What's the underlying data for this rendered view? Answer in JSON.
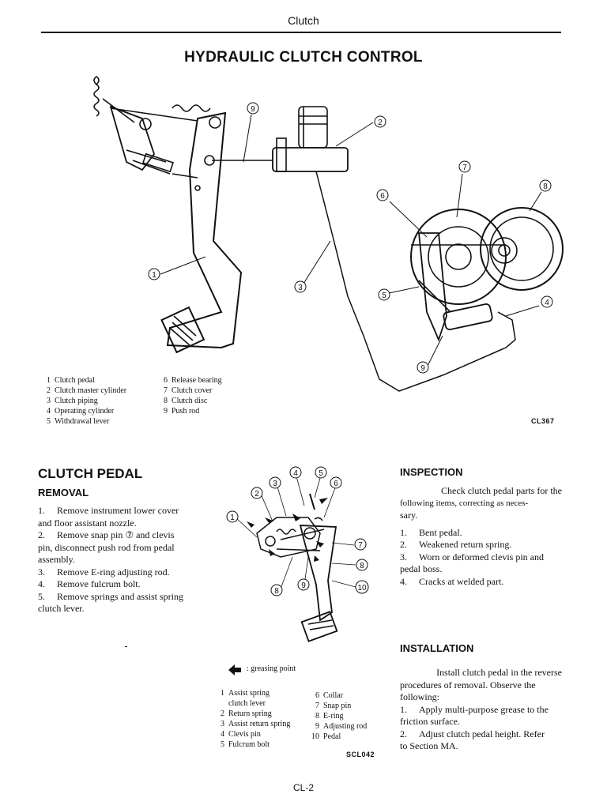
{
  "header": {
    "title": "Clutch",
    "page_number": "CL-2"
  },
  "main_title": "HYDRAULIC CLUTCH CONTROL",
  "figure1": {
    "code": "CL367",
    "callouts": [
      "9",
      "2",
      "7",
      "6",
      "8",
      "1",
      "3",
      "5",
      "4",
      "9"
    ],
    "legend_left": [
      {
        "n": "1",
        "label": "Clutch pedal"
      },
      {
        "n": "2",
        "label": "Clutch master cylinder"
      },
      {
        "n": "3",
        "label": "Clutch piping"
      },
      {
        "n": "4",
        "label": "Operating cylinder"
      },
      {
        "n": "5",
        "label": "Withdrawal lever"
      }
    ],
    "legend_right": [
      {
        "n": "6",
        "label": "Release bearing"
      },
      {
        "n": "7",
        "label": "Clutch cover"
      },
      {
        "n": "8",
        "label": "Clutch disc"
      },
      {
        "n": "9",
        "label": "Push rod"
      }
    ]
  },
  "clutch_pedal": {
    "heading": "CLUTCH PEDAL",
    "removal": {
      "heading": "REMOVAL",
      "steps": [
        {
          "n": "1.",
          "text": "Remove instrument lower cover"
        },
        {
          "n": "",
          "text": "and floor assistant nozzle."
        },
        {
          "n": "2.",
          "text": "Remove snap pin ⑦ and clevis"
        },
        {
          "n": "",
          "text": "pin, disconnect push rod from pedal"
        },
        {
          "n": "",
          "text": "assembly."
        },
        {
          "n": "3.",
          "text": "Remove E-ring adjusting rod."
        },
        {
          "n": "4.",
          "text": "Remove fulcrum bolt."
        },
        {
          "n": "5.",
          "text": "Remove springs and assist spring"
        },
        {
          "n": "",
          "text": "clutch lever."
        }
      ]
    }
  },
  "figure2": {
    "code": "SCL042",
    "greasing_label": ": greasing point",
    "callouts": [
      "4",
      "5",
      "3",
      "6",
      "2",
      "1",
      "7",
      "8",
      "8",
      "9",
      "10"
    ],
    "legend_left": [
      {
        "n": "1",
        "label": "Assist spring"
      },
      {
        "n": "",
        "label": "clutch lever"
      },
      {
        "n": "2",
        "label": "Return spring"
      },
      {
        "n": "3",
        "label": "Assist return spring"
      },
      {
        "n": "4",
        "label": "Clevis pin"
      },
      {
        "n": "5",
        "label": "Fulcrum bolt"
      }
    ],
    "legend_right": [
      {
        "n": "6",
        "label": "Collar"
      },
      {
        "n": "7",
        "label": "Snap pin"
      },
      {
        "n": "8",
        "label": "E-ring"
      },
      {
        "n": "9",
        "label": "Adjusting rod"
      },
      {
        "n": "10",
        "label": "Pedal"
      }
    ]
  },
  "inspection": {
    "heading": "INSPECTION",
    "intro": [
      "Check clutch pedal parts for the",
      "following items, correcting as neces-",
      "sary."
    ],
    "items": [
      {
        "n": "1.",
        "text": "Bent pedal."
      },
      {
        "n": "2.",
        "text": "Weakened return spring."
      },
      {
        "n": "3.",
        "text": "Worn or deformed clevis pin and"
      },
      {
        "n": "",
        "text": "pedal boss."
      },
      {
        "n": "4.",
        "text": "Cracks at welded part."
      }
    ]
  },
  "installation": {
    "heading": "INSTALLATION",
    "lines": [
      {
        "n": "",
        "text": "Install clutch pedal in the reverse"
      },
      {
        "n": "",
        "text": "procedures of removal. Observe the"
      },
      {
        "n": "",
        "text": "following:"
      },
      {
        "n": "1.",
        "text": "Apply multi-purpose grease to the"
      },
      {
        "n": "",
        "text": "friction surface."
      },
      {
        "n": "2.",
        "text": "Adjust clutch pedal height. Refer"
      },
      {
        "n": "",
        "text": "to Section MA."
      }
    ]
  }
}
